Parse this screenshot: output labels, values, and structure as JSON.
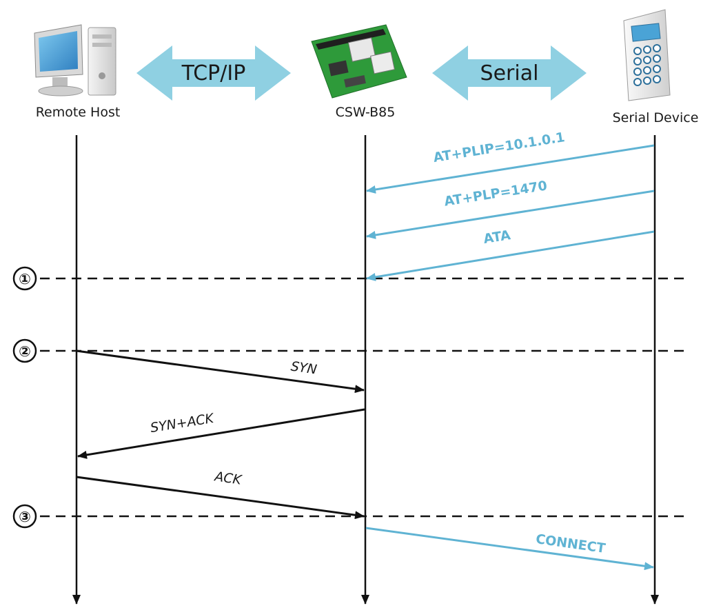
{
  "entities": {
    "remote_host": "Remote  Host",
    "module": "CSW-B85",
    "serial_device": "Serial  Device"
  },
  "protocols": {
    "left": "TCP/IP",
    "right": "Serial"
  },
  "steps": [
    "①",
    "②",
    "③"
  ],
  "messages": [
    {
      "label": "AT+PLIP=10.1.0.1",
      "from": "serial_device",
      "to": "module",
      "style": "serial"
    },
    {
      "label": "AT+PLP=1470",
      "from": "serial_device",
      "to": "module",
      "style": "serial"
    },
    {
      "label": "ATA",
      "from": "serial_device",
      "to": "module",
      "style": "serial"
    },
    {
      "label": "SYN",
      "from": "remote_host",
      "to": "module",
      "style": "tcp"
    },
    {
      "label": "SYN+ACK",
      "from": "module",
      "to": "remote_host",
      "style": "tcp"
    },
    {
      "label": "ACK",
      "from": "remote_host",
      "to": "module",
      "style": "tcp"
    },
    {
      "label": "CONNECT",
      "from": "module",
      "to": "serial_device",
      "style": "serial"
    }
  ],
  "colors": {
    "serial_arrow": "#5fb3d3",
    "tcp_arrow": "#111111",
    "protocol_arrow": "#8fd0e2"
  },
  "icons": {
    "remote_host": "desktop-computer-icon",
    "module": "circuit-board-icon",
    "serial_device": "keypad-device-icon"
  }
}
